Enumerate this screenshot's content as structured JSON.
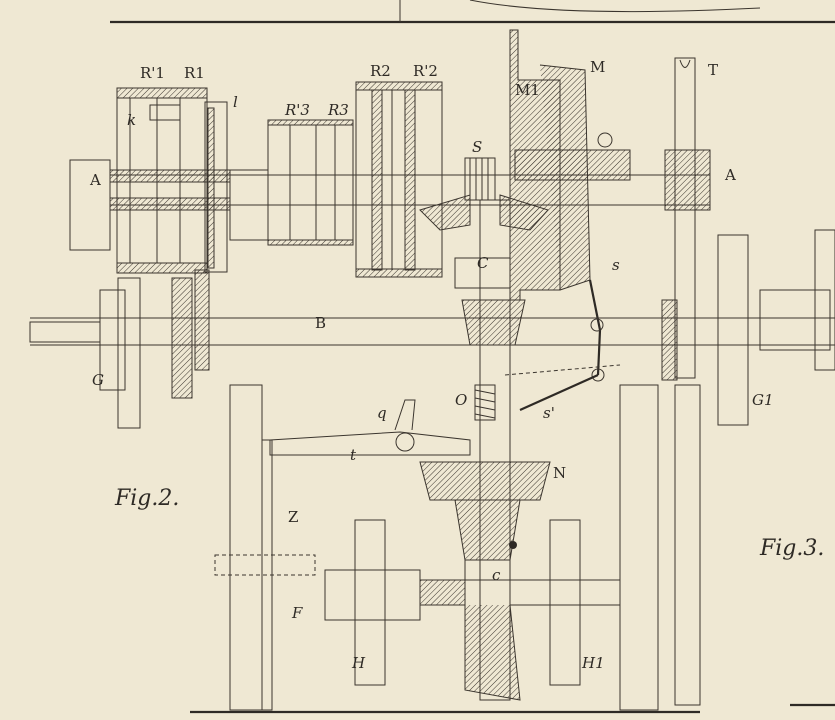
{
  "figures": {
    "fig2": "Fig.2.",
    "fig3": "Fig.3."
  },
  "labels": {
    "R1p": "R'1",
    "R1": "R1",
    "l": "l",
    "k": "k",
    "R3p": "R'3",
    "R3": "R3",
    "R2": "R2",
    "R2p": "R'2",
    "S": "S",
    "M": "M",
    "M1": "M1",
    "T": "T",
    "A_left": "A",
    "A_right": "A",
    "C": "C",
    "s": "s",
    "B": "B",
    "G": "G",
    "O": "O",
    "q": "q",
    "s_prime": "s'",
    "t": "t",
    "N": "N",
    "Z": "Z",
    "F": "F",
    "H": "H",
    "c": "c",
    "H1": "H1",
    "G1": "G1"
  }
}
